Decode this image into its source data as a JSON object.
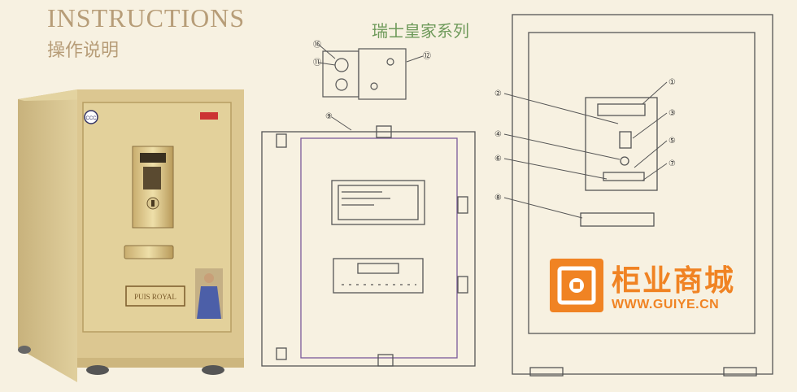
{
  "header": {
    "title_en": "INSTRUCTIONS",
    "title_cn": "操作说明",
    "series": "瑞士皇家系列"
  },
  "brand": {
    "name_cn": "柜业商城",
    "url": "WWW.GUIYE.CN",
    "color": "#f08323"
  },
  "safe_photo": {
    "plate_text": "PUIS ROYAL",
    "cert_label": "CCC",
    "body_color": "#d9c48f"
  },
  "callouts": {
    "c1": "①",
    "c2": "②",
    "c3": "③",
    "c4": "④",
    "c5": "⑤",
    "c6": "⑥",
    "c7": "⑦",
    "c8": "⑧",
    "c9": "⑨",
    "c11": "⑪",
    "c12": "⑫",
    "c16": "⑯"
  }
}
